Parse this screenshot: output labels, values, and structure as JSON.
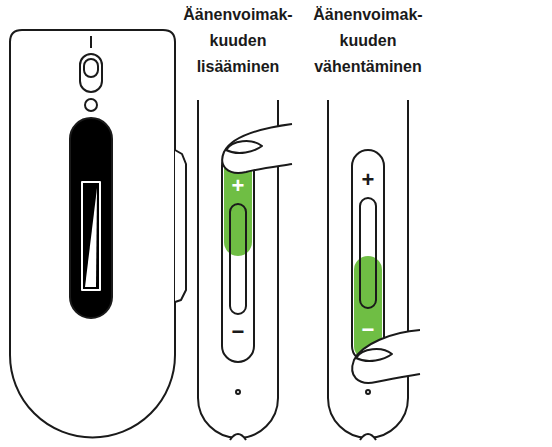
{
  "diagram": {
    "labels": [
      "Äänenvoimak- kuuden lisääminen",
      "Äänenvoimak- kuuden vähentäminen",
      "+",
      "−",
      "+",
      "−"
    ]
  }
}
